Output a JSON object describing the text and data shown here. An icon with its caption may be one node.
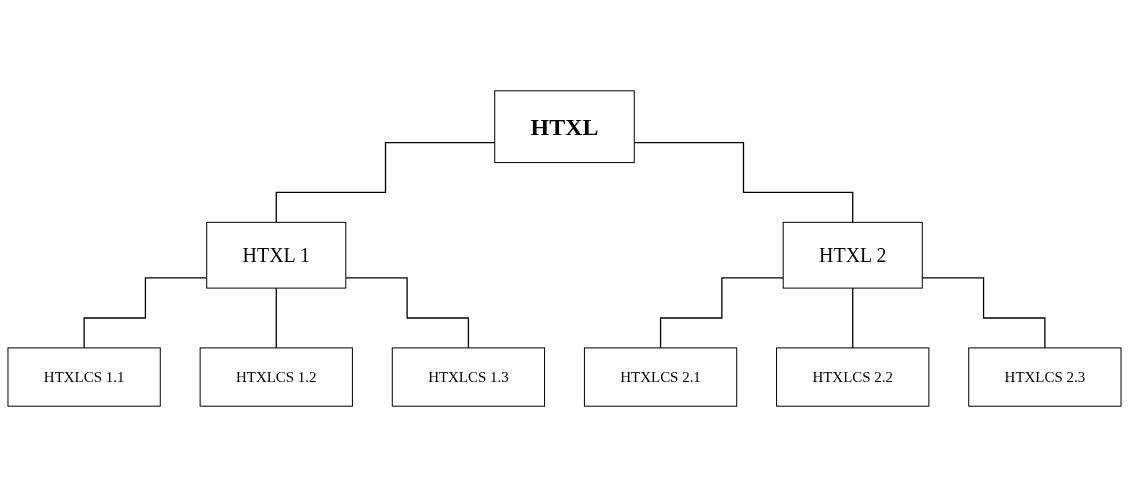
{
  "diagram": {
    "nodes": [
      {
        "text": [
          "HTXL"
        ]
      },
      {
        "text": [
          "HTXL 1"
        ]
      },
      {
        "text": [
          "HTXL 2"
        ]
      },
      {
        "text": [
          "HTXLCS 1.1"
        ]
      },
      {
        "text": [
          "HTXLCS 1.2"
        ]
      },
      {
        "text": [
          "HTXLCS 1.3"
        ]
      },
      {
        "text": [
          "HTXLCS 2.1"
        ]
      },
      {
        "text": [
          "HTXLCS 2.2"
        ]
      },
      {
        "text": [
          "HTXLCS 2.3"
        ]
      }
    ],
    "edges": [
      {
        "from": 0,
        "to": 1,
        "arrow": "none"
      },
      {
        "from": 0,
        "to": 2,
        "arrow": "none"
      },
      {
        "from": 1,
        "to": 3,
        "arrow": "none"
      },
      {
        "from": 1,
        "to": 4,
        "arrow": "none"
      },
      {
        "from": 1,
        "to": 5,
        "arrow": "none"
      },
      {
        "from": 2,
        "to": 6,
        "arrow": "none"
      },
      {
        "from": 2,
        "to": 7,
        "arrow": "none"
      },
      {
        "from": 2,
        "to": 8,
        "arrow": "none"
      }
    ]
  }
}
